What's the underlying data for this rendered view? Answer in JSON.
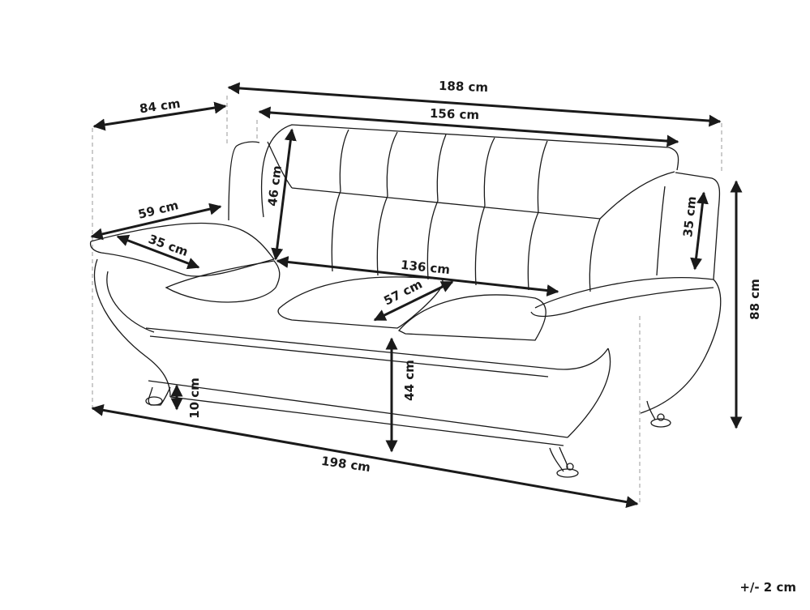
{
  "diagram": {
    "subject": "three-seat sofa line drawing with dimensions",
    "stroke_color": "#1a1a1a",
    "dimensions": {
      "overall_width_top": "188 cm",
      "backrest_width": "156 cm",
      "depth": "84 cm",
      "backrest_height": "46 cm",
      "armrest_depth": "59 cm",
      "armrest_width": "35 cm",
      "seat_width": "136 cm",
      "seat_depth": "57 cm",
      "armrest_height": "35 cm",
      "overall_height": "88 cm",
      "seat_height": "44 cm",
      "leg_height": "10 cm",
      "overall_width_bottom": "198 cm"
    },
    "tolerance": "+/- 2 cm"
  }
}
